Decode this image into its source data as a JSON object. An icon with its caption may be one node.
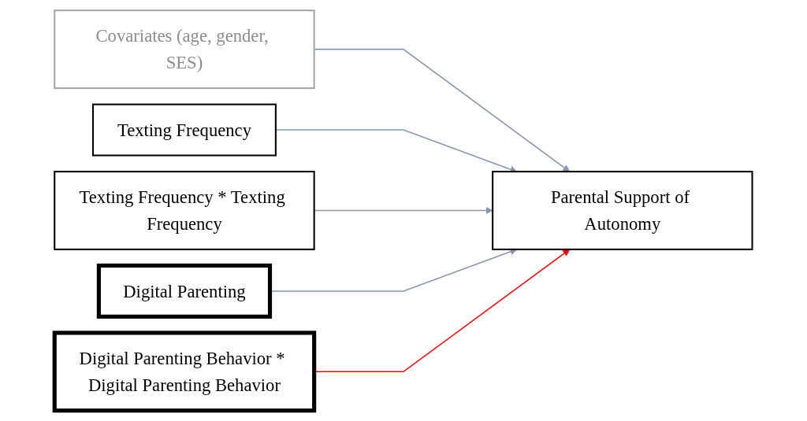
{
  "diagram": {
    "nodes": [
      {
        "text": [
          "Covariates (age, gender, SES)"
        ]
      },
      {
        "text": [
          "Texting Frequency"
        ]
      },
      {
        "text": [
          "Texting Frequency * Texting Frequency"
        ]
      },
      {
        "text": [
          "Digital Parenting"
        ]
      },
      {
        "text": [
          "Digital Parenting Behavior * Digital Parenting Behavior"
        ]
      },
      {
        "text": [
          "Parental Support of Autonomy"
        ]
      }
    ],
    "edges": [
      {
        "from": 0,
        "to": 5,
        "arrow": "to"
      },
      {
        "from": 1,
        "to": 5,
        "arrow": "to"
      },
      {
        "from": 2,
        "to": 5,
        "arrow": "to"
      },
      {
        "from": 3,
        "to": 5,
        "arrow": "to"
      },
      {
        "from": 4,
        "to": 5,
        "arrow": "to",
        "color": "#ff0000"
      }
    ]
  }
}
